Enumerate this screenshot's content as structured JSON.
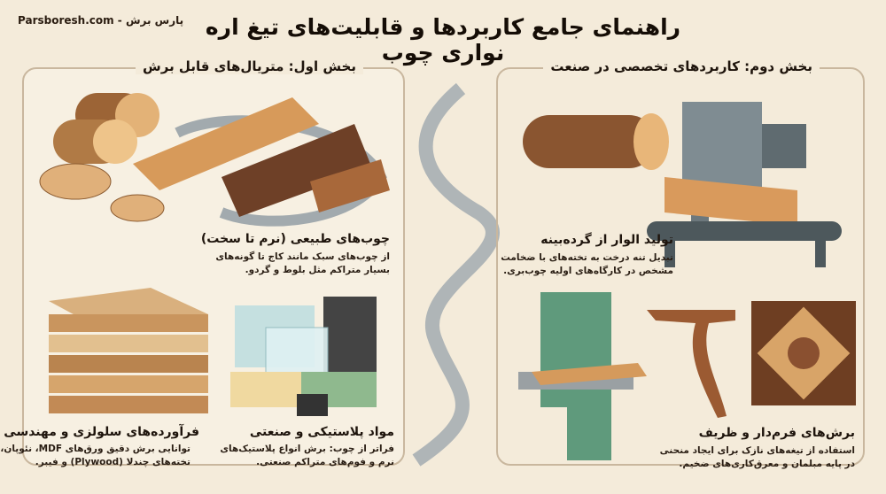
{
  "header": {
    "title": "راهنمای جامع کاربردها و قابلیت‌های تیغ اره نواری چوب",
    "brand": "Parsboresh.com - پارس برش"
  },
  "section1": {
    "title": "بخش اول: متریال‌های قابل برش",
    "items": [
      {
        "title": "چوب‌های طبیعی (نرم تا سخت)",
        "desc_lines": [
          "از چوب‌های سبک مانند کاج تا گونه‌های",
          "بسیار متراکم مثل بلوط و گردو."
        ]
      },
      {
        "title": "فرآورده‌های سلولزی و مهندسی شده",
        "desc_lines": [
          "توانایی برش دقیق ورق‌های MDF، نئوپان،",
          "تخته‌های چندلا (Plywood) و فیبر."
        ]
      },
      {
        "title": "مواد پلاستیکی و صنعتی",
        "desc_lines": [
          "فراتر از چوب: برش انواع پلاستیک‌های",
          "نرم و فوم‌های متراکم صنعتی."
        ]
      }
    ]
  },
  "section2": {
    "title": "بخش دوم: کاربردهای تخصصی در صنعت",
    "items": [
      {
        "title": "تولید الوار از گرده‌بینه",
        "desc_lines": [
          "تبدیل تنه درخت به تخته‌های با ضخامت",
          "مشخص در کارگاه‌های اولیه چوب‌بری."
        ]
      },
      {
        "title": "برش‌های فرم‌دار و ظریف",
        "desc_lines": [
          "استفاده از تیغه‌های نازک برای ایجاد منحنی",
          "در پایه مبلمان و معرق‌کاری‌های ضخیم."
        ]
      }
    ]
  },
  "colors": {
    "background": "#f4ebda",
    "panel_border": "#c9b79e",
    "wood": "#c98a4e",
    "steel": "#9aa3a8"
  }
}
